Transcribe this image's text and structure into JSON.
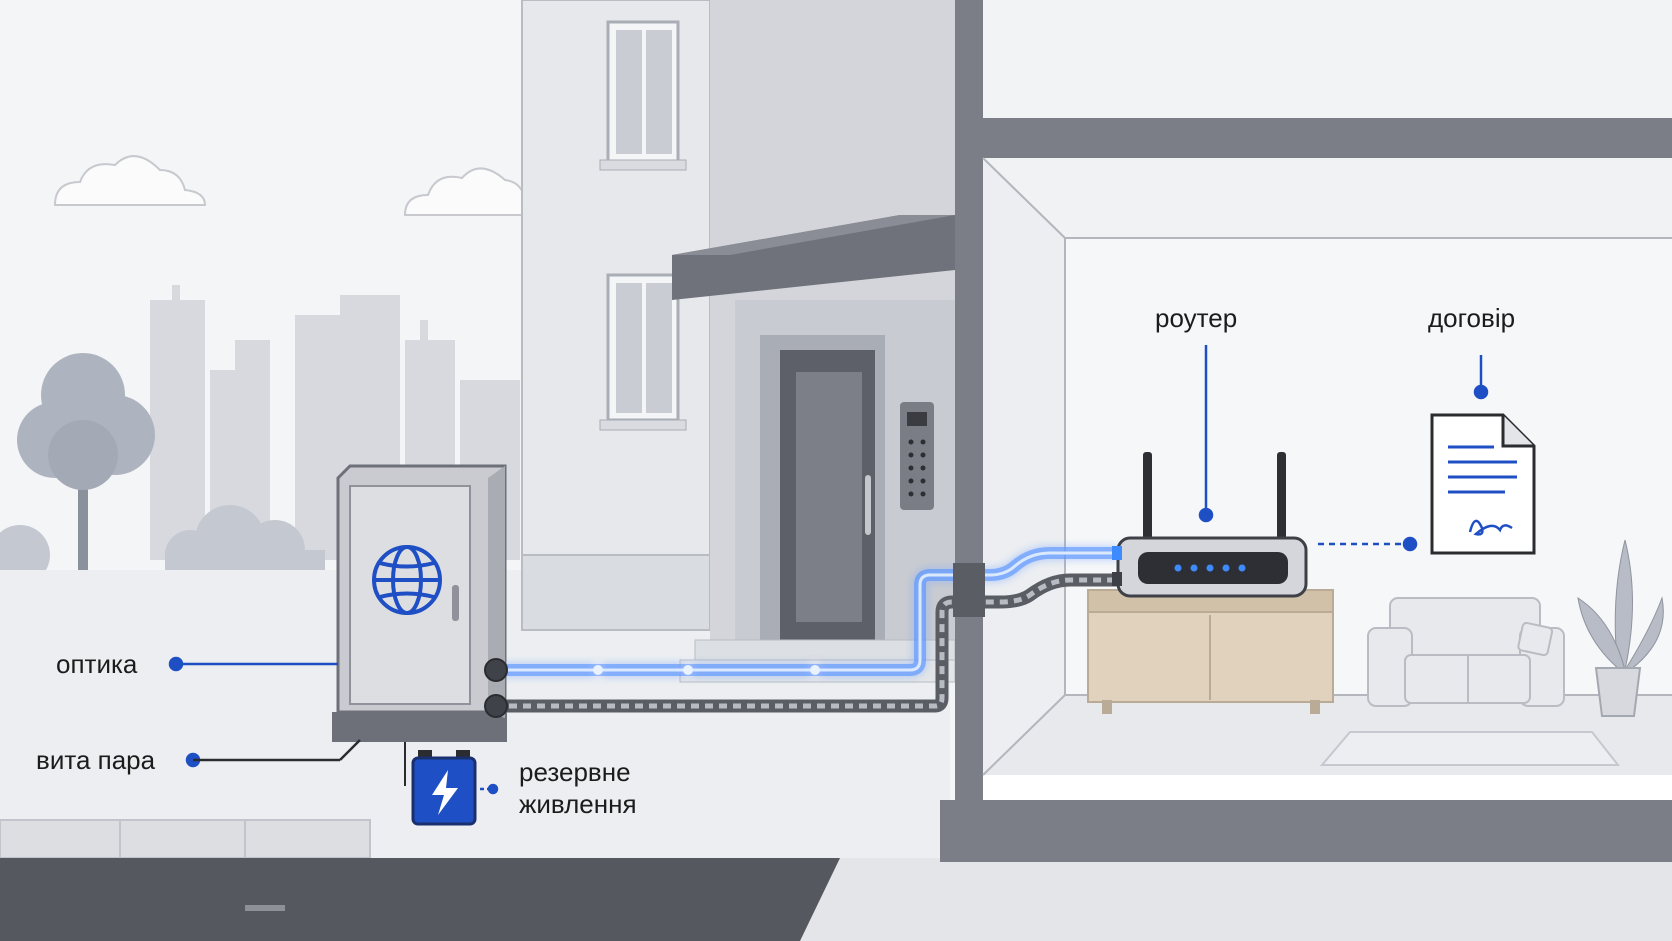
{
  "labels": {
    "fiber": "оптика",
    "twisted_pair": "вита пара",
    "backup_power": [
      "резервне",
      "живлення"
    ],
    "router": "роутер",
    "contract": "договір"
  },
  "colors": {
    "accent": "#1f4fc4",
    "fiber_glow": "#3d8bff",
    "wall": "#7b7e86",
    "cabinet": "#c9cbd0"
  },
  "icons": [
    "globe-icon",
    "battery-bolt-icon",
    "document-icon",
    "router-icon",
    "door-intercom-icon"
  ]
}
